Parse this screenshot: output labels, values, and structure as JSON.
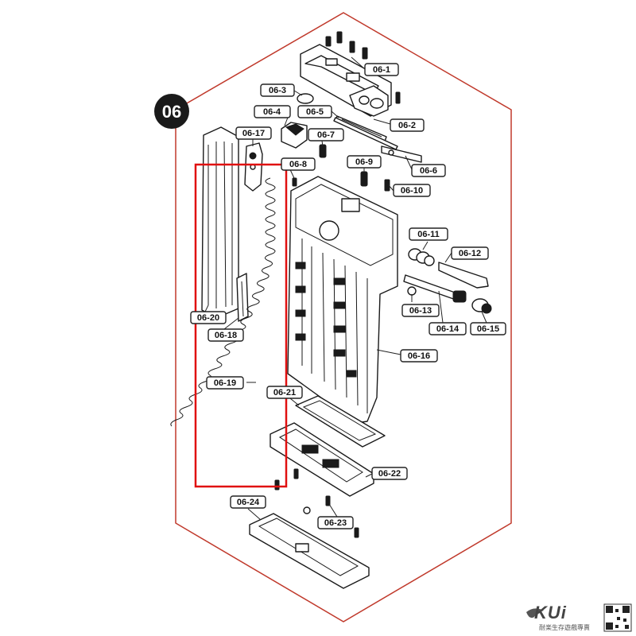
{
  "diagram": {
    "section_badge": "06",
    "part_labels": {
      "p1": "06-1",
      "p2": "06-2",
      "p3": "06-3",
      "p4": "06-4",
      "p5": "06-5",
      "p6": "06-6",
      "p7": "06-7",
      "p8": "06-8",
      "p9": "06-9",
      "p10": "06-10",
      "p11": "06-11",
      "p12": "06-12",
      "p13": "06-13",
      "p14": "06-14",
      "p15": "06-15",
      "p16": "06-16",
      "p17": "06-17",
      "p18": "06-18",
      "p19": "06-19",
      "p20": "06-20",
      "p21": "06-21",
      "p22": "06-22",
      "p23": "06-23",
      "p24": "06-24"
    },
    "colors": {
      "outline": "#c0392b",
      "highlight": "#e01010",
      "badge": "#1a1a1a",
      "line": "#1a1a1a"
    }
  },
  "watermark": {
    "brand": "KUi",
    "slogan": "耐楽生存遊戲專賣",
    "qr_icon": "qr-code-icon"
  }
}
